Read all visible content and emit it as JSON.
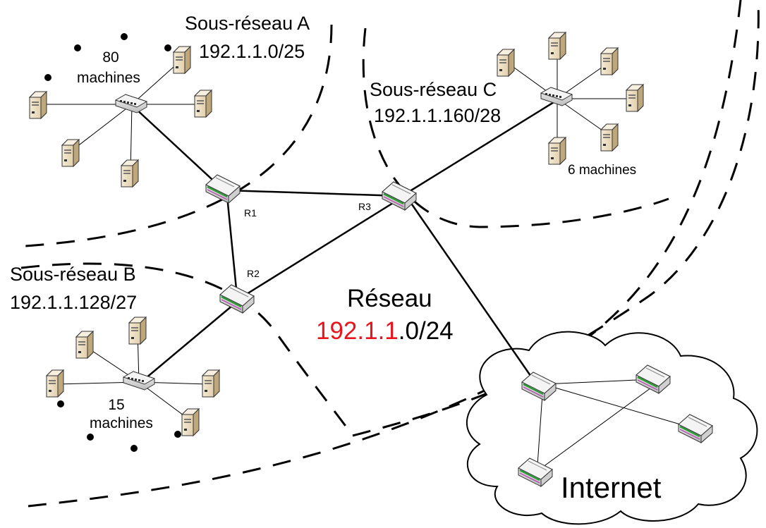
{
  "subnets": {
    "a": {
      "name": "Sous-réseau A",
      "cidr": "192.1.1.0/25",
      "count_line1": "80",
      "count_line2": "machines"
    },
    "b": {
      "name": "Sous-réseau B",
      "cidr": "192.1.1.128/27",
      "count_line1": "15",
      "count_line2": "machines"
    },
    "c": {
      "name": "Sous-réseau C",
      "cidr": "192.1.1.160/28",
      "count": "6 machines"
    }
  },
  "network": {
    "title": "Réseau",
    "cidr_highlight": "192.1.1",
    "cidr_rest": ".0/24"
  },
  "routers": {
    "r1": "R1",
    "r2": "R2",
    "r3": "R3"
  },
  "internet": "Internet",
  "colors": {
    "highlight": "#e8141c",
    "line": "#000000",
    "server_body": "#e8d7b6",
    "router_body": "#eeeeee"
  },
  "icons": [
    "server-icon",
    "router-icon",
    "switch-icon",
    "cloud-icon"
  ]
}
